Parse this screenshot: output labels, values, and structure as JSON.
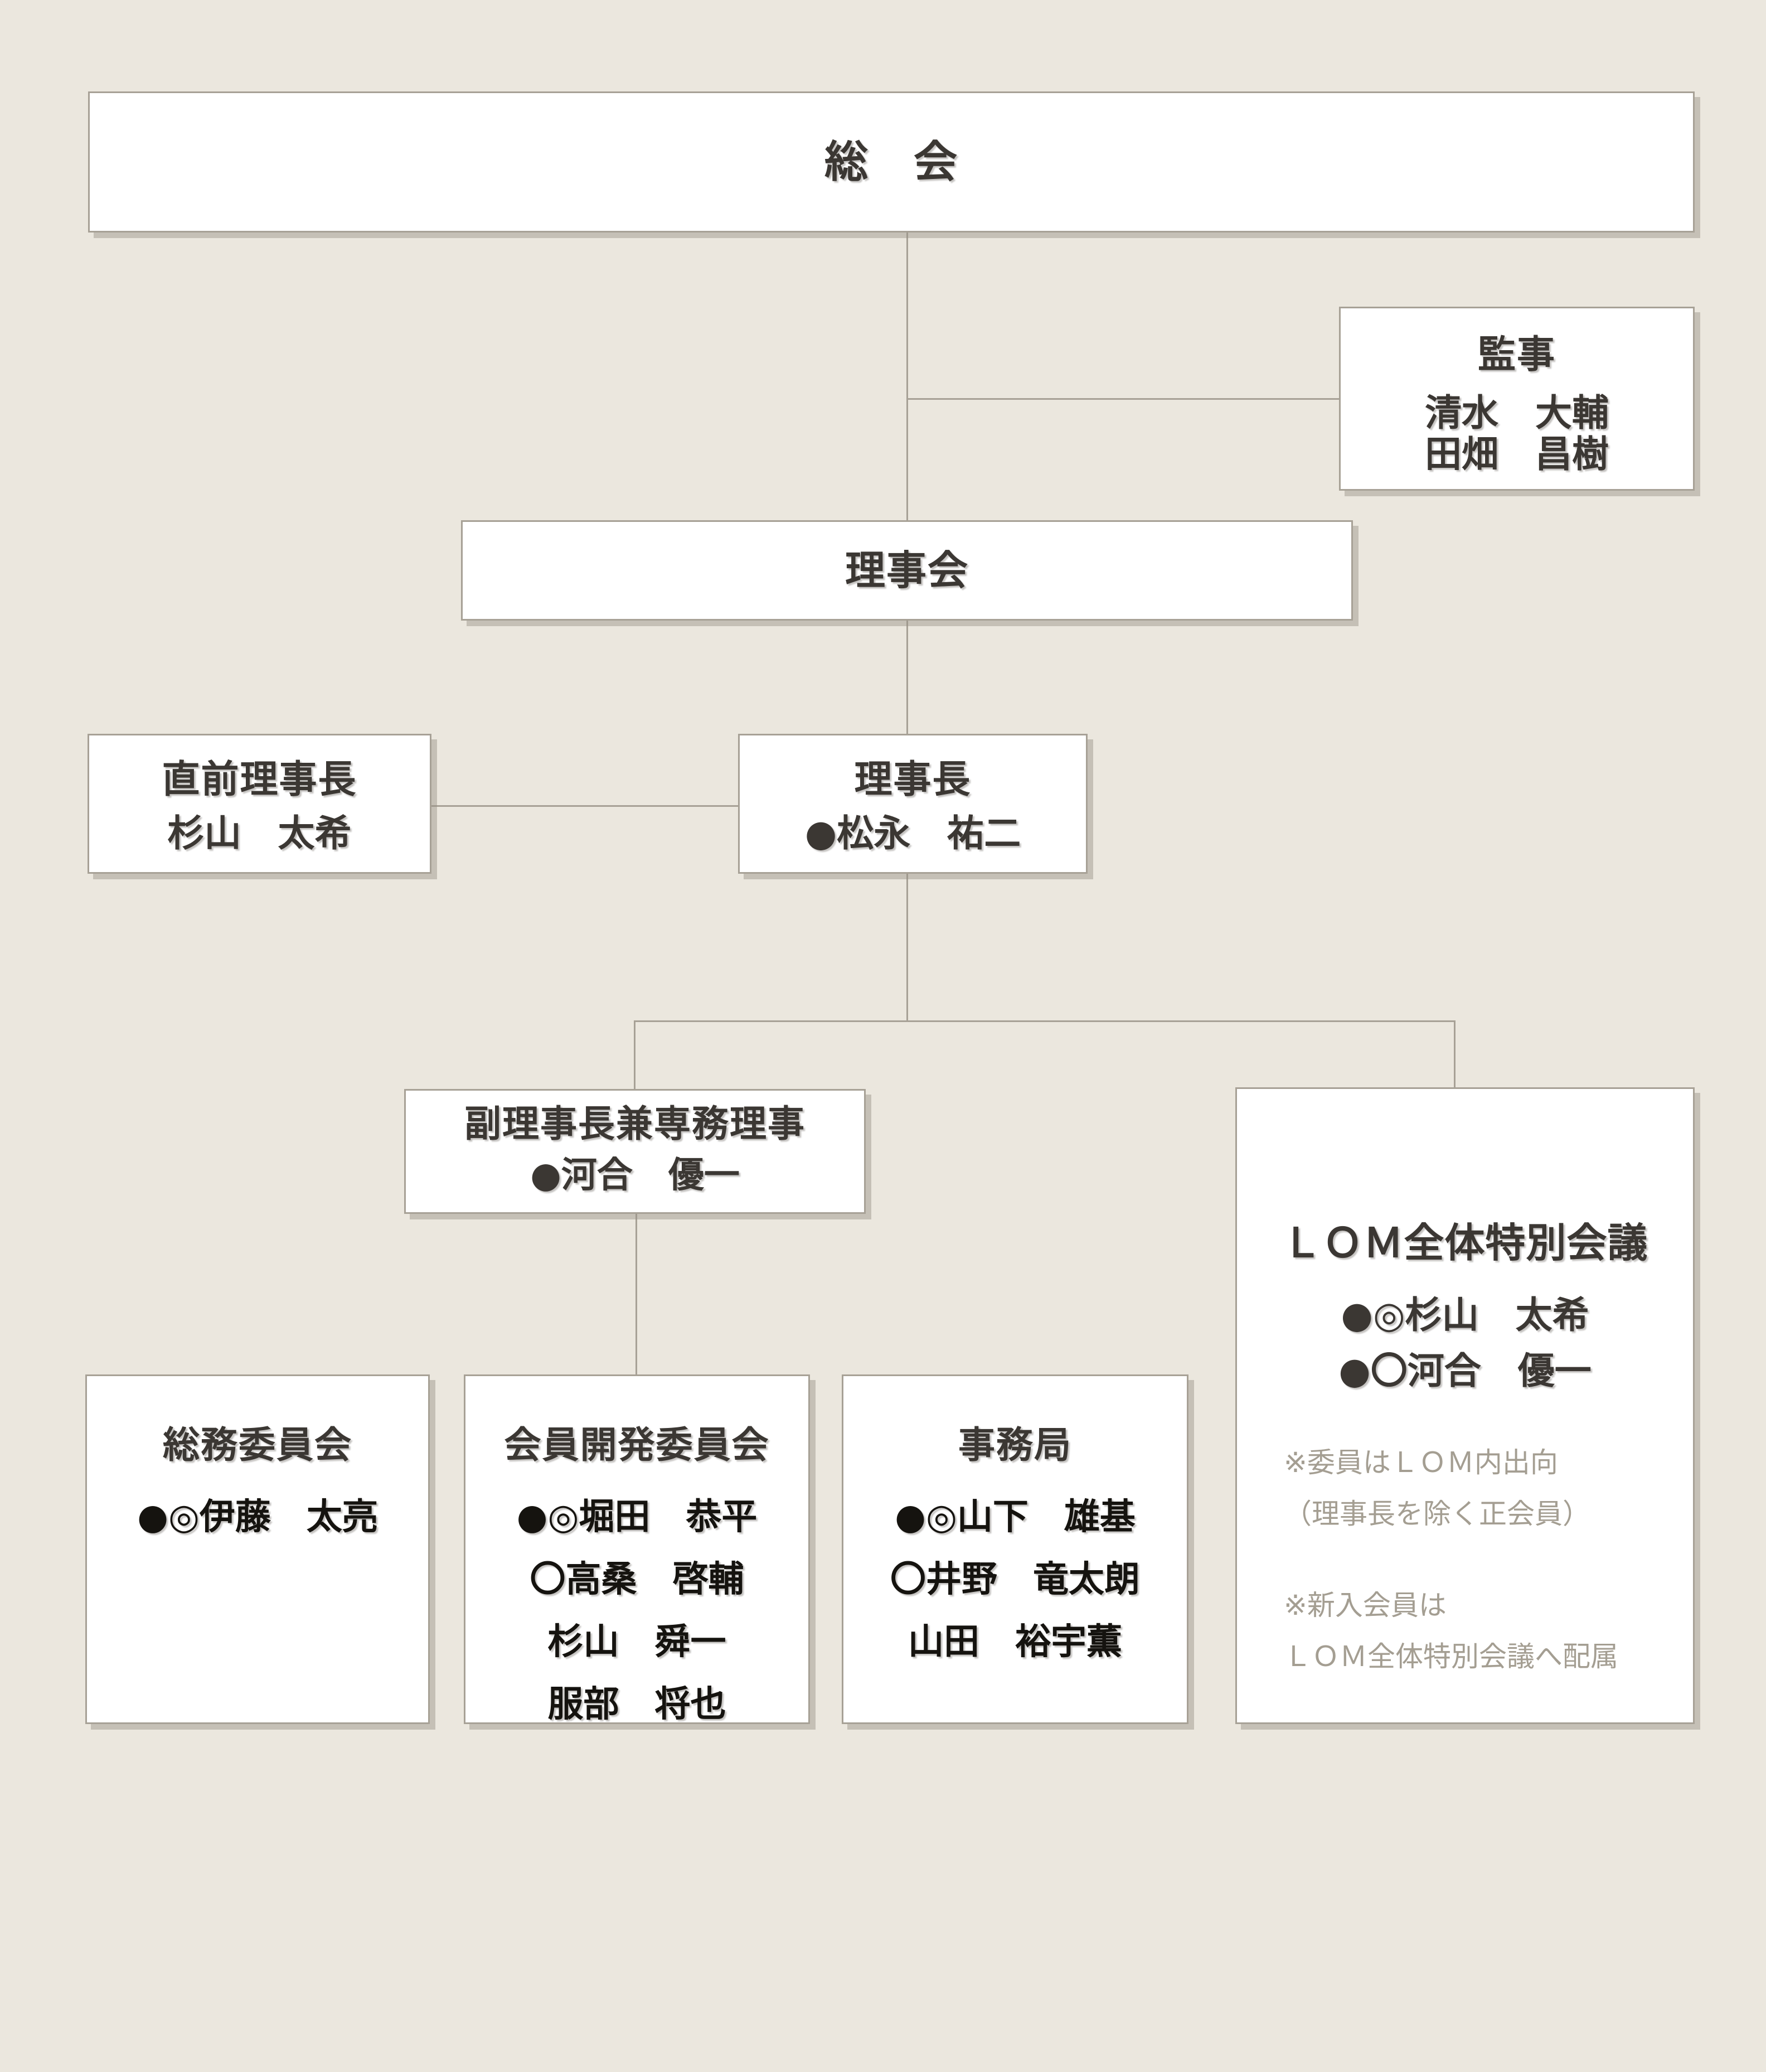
{
  "palette": {
    "background": "#ebe7de",
    "box_fill": "#ffffff",
    "border_and_lines": "#a7a196",
    "text_dark": "#3b3733",
    "text_black": "#15130f",
    "text_note_gray": "#a49e92"
  },
  "org_chart": {
    "soukai": {
      "title": "総　会"
    },
    "kanji": {
      "title": "監事",
      "members": [
        "清水　大輔",
        "田畑　昌樹"
      ]
    },
    "rijikai": {
      "title": "理事会"
    },
    "chokuzen": {
      "title": "直前理事長",
      "members": [
        "杉山　太希"
      ]
    },
    "rijicho": {
      "title": "理事長",
      "members": [
        "●松永　祐二"
      ]
    },
    "fuku": {
      "title": "副理事長兼専務理事",
      "members": [
        "●河合　優一"
      ]
    },
    "lom": {
      "title": "ＬＯＭ全体特別会議",
      "members": [
        "●◎杉山　太希",
        "●〇河合　優一"
      ],
      "note1": [
        "※委員はＬＯＭ内出向",
        "（理事長を除く正会員）"
      ],
      "note2": [
        "※新入会員は",
        "ＬＯＭ全体特別会議へ配属"
      ]
    },
    "soumu": {
      "title": "総務委員会",
      "members": [
        "●◎伊藤　太亮"
      ]
    },
    "kaiin": {
      "title": "会員開発委員会",
      "members": [
        "●◎堀田　恭平",
        "〇高桑　啓輔",
        "杉山　舜一",
        "服部　将也"
      ]
    },
    "jimu": {
      "title": "事務局",
      "members": [
        "●◎山下　雄基",
        "〇井野　竜太朗",
        "山田　裕宇薫"
      ]
    }
  }
}
